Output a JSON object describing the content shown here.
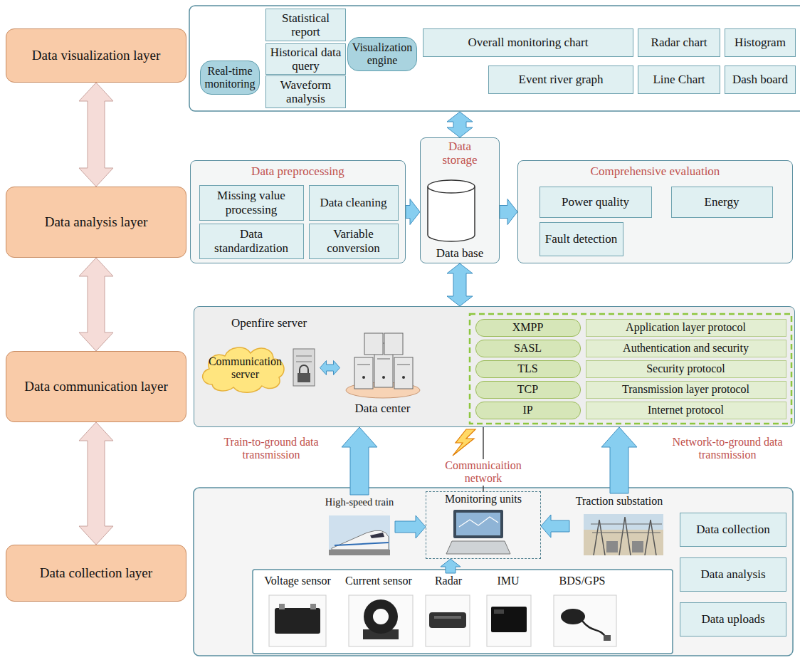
{
  "diagram": {
    "nodes": [
      {
        "text": [
          "Data visualization layer"
        ]
      },
      {
        "text": [
          "Data analysis layer"
        ]
      },
      {
        "text": [
          "Data communication layer"
        ]
      },
      {
        "text": [
          "Data collection layer"
        ]
      },
      {
        "text": [
          "Real-time monitoring"
        ]
      },
      {
        "text": [
          "Statistical report"
        ]
      },
      {
        "text": [
          "Historical data query"
        ]
      },
      {
        "text": [
          "Waveform analysis"
        ]
      },
      {
        "text": [
          "Visualization engine"
        ]
      },
      {
        "text": [
          "Overall monitoring chart"
        ]
      },
      {
        "text": [
          "Radar chart"
        ]
      },
      {
        "text": [
          "Histogram"
        ]
      },
      {
        "text": [
          "Event river graph"
        ]
      },
      {
        "text": [
          "Line Chart"
        ]
      },
      {
        "text": [
          "Dash board"
        ]
      },
      {
        "text": [
          "Data preprocessing"
        ]
      },
      {
        "text": [
          "Missing value processing"
        ],
        "in": 15
      },
      {
        "text": [
          "Data cleaning"
        ],
        "in": 15
      },
      {
        "text": [
          "Data standardization"
        ],
        "in": 15
      },
      {
        "text": [
          "Variable conversion"
        ],
        "in": 15
      },
      {
        "text": [
          "Data storage",
          "Data base"
        ]
      },
      {
        "text": [
          "Comprehensive evaluation"
        ]
      },
      {
        "text": [
          "Power quality"
        ],
        "in": 21
      },
      {
        "text": [
          "Energy"
        ],
        "in": 21
      },
      {
        "text": [
          "Fault detection"
        ],
        "in": 21
      },
      {
        "text": [
          "Openfire server"
        ]
      },
      {
        "text": [
          "Communication server"
        ],
        "in": 25
      },
      {
        "text": [
          "Data center"
        ],
        "in": 25
      },
      {
        "text": [
          "XMPP"
        ],
        "in": 25
      },
      {
        "text": [
          "Application layer protocol"
        ],
        "in": 25
      },
      {
        "text": [
          "SASL"
        ],
        "in": 25
      },
      {
        "text": [
          "Authentication and security"
        ],
        "in": 25
      },
      {
        "text": [
          "TLS"
        ],
        "in": 25
      },
      {
        "text": [
          "Security protocol"
        ],
        "in": 25
      },
      {
        "text": [
          "TCP"
        ],
        "in": 25
      },
      {
        "text": [
          "Transmission layer protocol"
        ],
        "in": 25
      },
      {
        "text": [
          "IP"
        ],
        "in": 25
      },
      {
        "text": [
          "Internet protocol"
        ],
        "in": 25
      },
      {
        "text": [
          "High-speed train"
        ]
      },
      {
        "text": [
          "Monitoring units"
        ]
      },
      {
        "text": [
          "Traction substation"
        ]
      },
      {
        "text": [
          "Data collection"
        ]
      },
      {
        "text": [
          "Data analysis"
        ]
      },
      {
        "text": [
          "Data uploads"
        ]
      },
      {
        "text": [
          "Voltage sensor"
        ]
      },
      {
        "text": [
          "Current sensor"
        ]
      },
      {
        "text": [
          "Radar"
        ]
      },
      {
        "text": [
          "IMU"
        ]
      },
      {
        "text": [
          "BDS/GPS"
        ]
      }
    ],
    "edges": [
      {
        "from": 0,
        "to": 1,
        "arrow": "both"
      },
      {
        "from": 1,
        "to": 2,
        "arrow": "both"
      },
      {
        "from": 2,
        "to": 3,
        "arrow": "both"
      },
      {
        "from": 15,
        "to": 20,
        "arrow": "to"
      },
      {
        "from": 20,
        "to": 21,
        "arrow": "to"
      },
      {
        "from": 20,
        "to": 25,
        "arrow": "both"
      },
      {
        "from": 26,
        "to": 27,
        "arrow": "both"
      },
      {
        "from": 38,
        "to": 39,
        "arrow": "to"
      },
      {
        "from": 40,
        "to": 39,
        "arrow": "to"
      },
      {
        "from": 46,
        "to": 39,
        "arrow": "to"
      },
      {
        "from": 38,
        "to": 25,
        "arrow": "to",
        "label": "Train-to-ground data transmission"
      },
      {
        "from": 40,
        "to": 25,
        "arrow": "to",
        "label": "Network-to-ground data transmission"
      },
      {
        "from": 39,
        "to": 25,
        "arrow": "none",
        "label": "Communicaition network"
      }
    ]
  }
}
